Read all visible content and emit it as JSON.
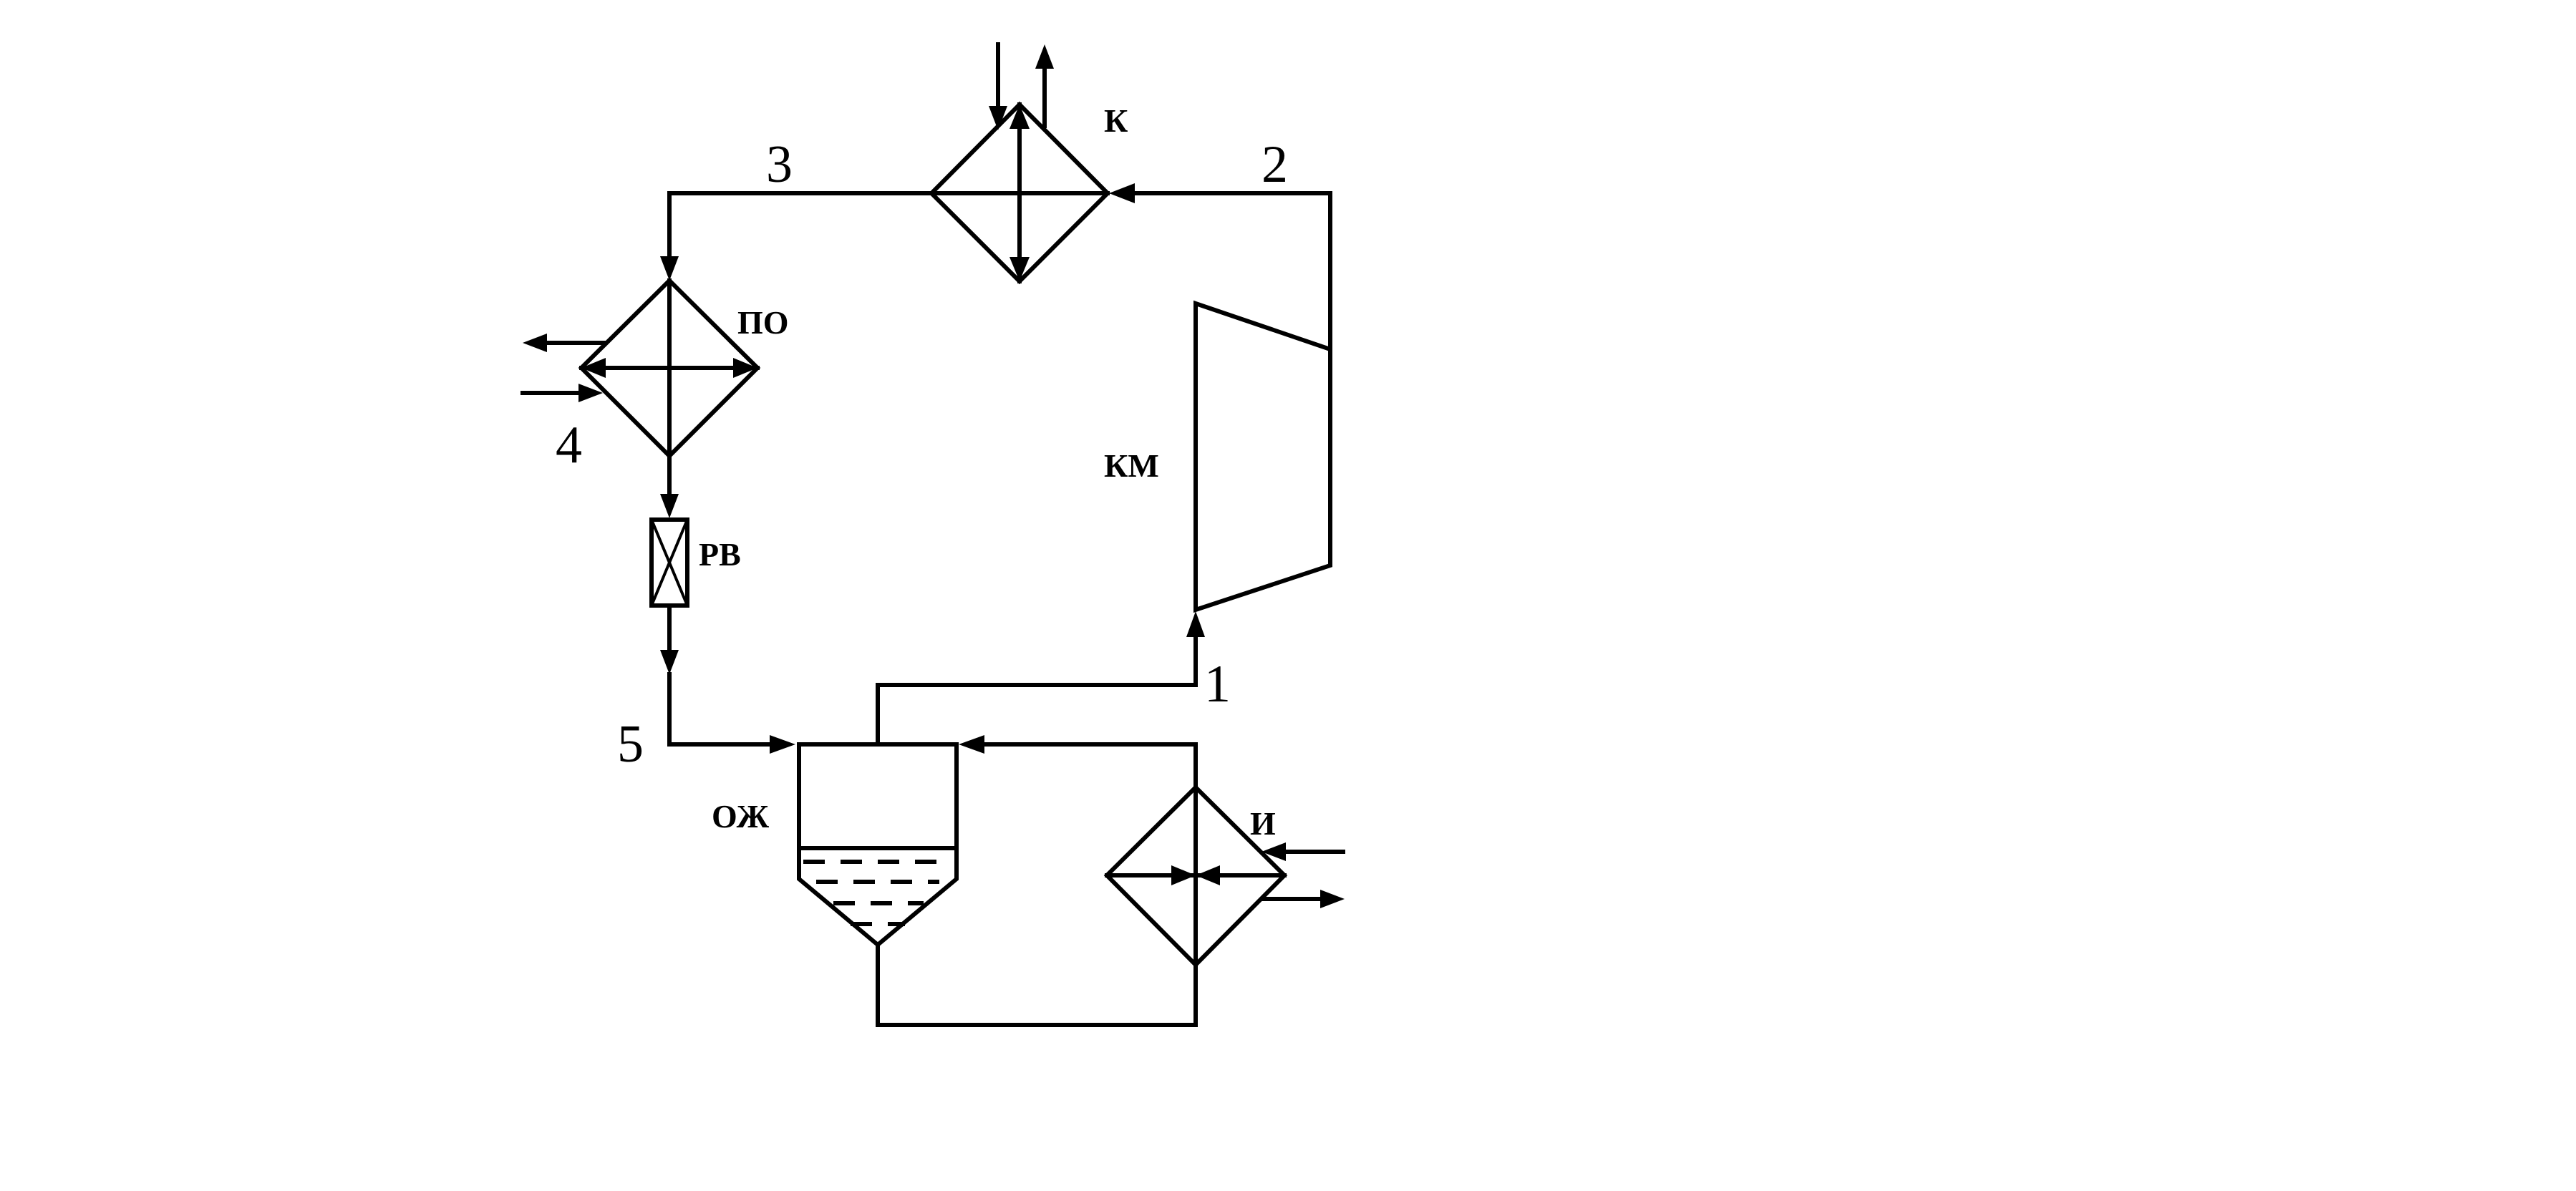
{
  "labels": {
    "condenser": "К",
    "subcooler": "ПО",
    "expansion_valve": "РВ",
    "separator": "ОЖ",
    "evaporator": "И",
    "compressor": "КМ"
  },
  "points": {
    "p1": "1",
    "p2": "2",
    "p3": "3",
    "p4": "4",
    "p5": "5"
  }
}
